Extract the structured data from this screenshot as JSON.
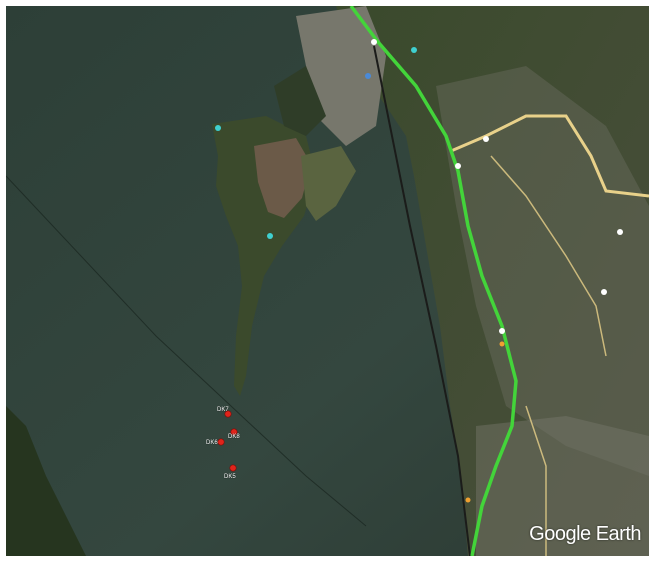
{
  "map": {
    "watermark": "Google Earth",
    "marker_color": "#e0241b",
    "route_color": "#43d43a",
    "highway_color": "#e8d18a",
    "water_color": "#334740",
    "land_color": "#3d4a32",
    "markers": [
      {
        "label": "DK7",
        "icon": "red-pin-icon"
      },
      {
        "label": "DK8",
        "icon": "red-pin-icon"
      },
      {
        "label": "DK6",
        "icon": "red-pin-icon"
      },
      {
        "label": "DK5",
        "icon": "red-pin-icon"
      }
    ]
  }
}
